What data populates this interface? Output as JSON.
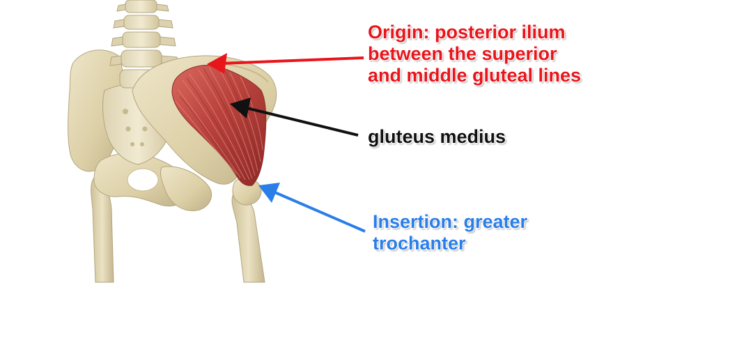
{
  "labels": {
    "origin": {
      "lines": [
        "Origin: posterior ilium",
        "between the superior",
        "and middle gluteal lines"
      ],
      "color": "#e8151b"
    },
    "muscle": {
      "lines": [
        "gluteus medius"
      ],
      "color": "#111111"
    },
    "insertion": {
      "lines": [
        "Insertion: greater",
        "trochanter"
      ],
      "color": "#2a7ee8"
    }
  },
  "colors": {
    "bone": "#e6dcbc",
    "bone_shadow": "#b8ab84",
    "muscle": "#b83c38",
    "muscle_highlight": "#e07a6e"
  }
}
